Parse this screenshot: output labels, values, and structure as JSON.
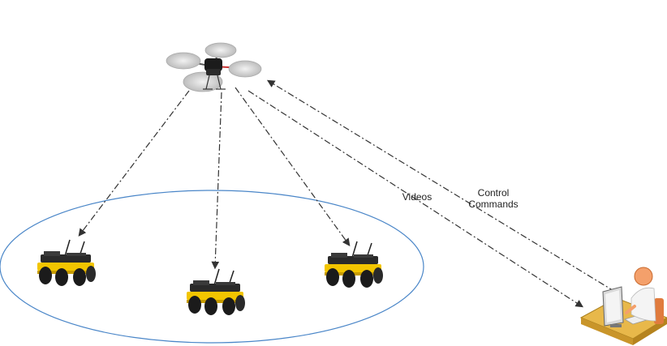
{
  "labels": {
    "videos": "Videos",
    "control_line1": "Control",
    "control_line2": "Commands"
  },
  "nodes": {
    "uav": "quadcopter-drone",
    "ugvs": [
      "ground-robot",
      "ground-robot",
      "ground-robot"
    ],
    "operator": "operator-workstation"
  },
  "colors": {
    "formation_ellipse": "#4a86c8",
    "robot_body": "#f2c500",
    "robot_dark": "#1b1b1b",
    "drone_propeller": "#d4d4d4",
    "drone_accent": "#c83232",
    "operator_skin": "#f4a06b",
    "desk": "#e8b84a",
    "link_line": "#333333"
  }
}
